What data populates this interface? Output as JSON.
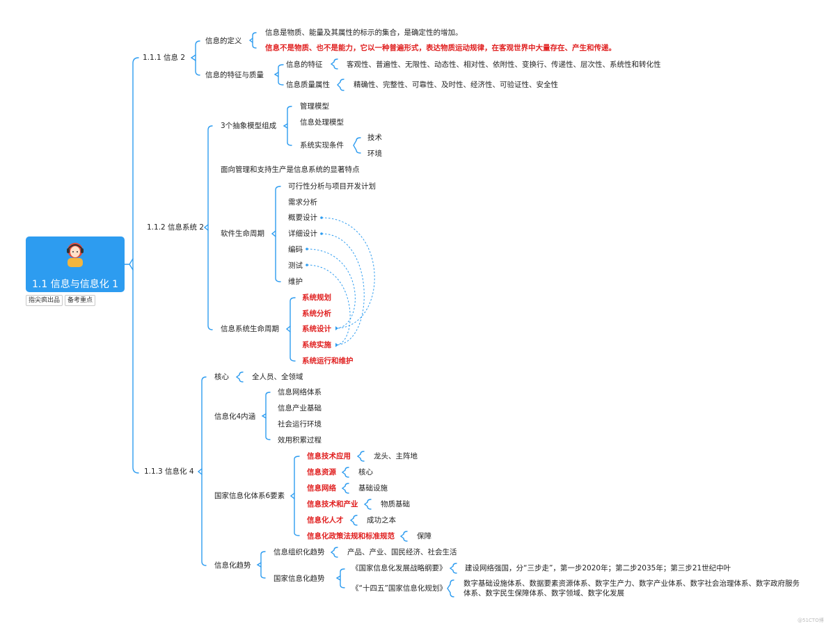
{
  "root": {
    "title": "1.1 信息与信息化 1",
    "icon": "person-headset-icon",
    "tags": [
      "指尖疯出品",
      "备考重点"
    ]
  },
  "sections": [
    {
      "label": "1.1.1 信息 2",
      "items": [
        {
          "label": "信息的定义",
          "children": [
            {
              "text": "信息是物质、能量及其属性的标示的集合，是确定性的增加。"
            },
            {
              "text": "信息不是物质、也不是能力，它以一种普遍形式，表达物质运动规律，在客观世界中大量存在、产生和传递。",
              "highlight": true
            }
          ]
        },
        {
          "label": "信息的特征与质量",
          "children": [
            {
              "text": "信息的特征",
              "detail": "客观性、普遍性、无限性、动态性、相对性、依附性、变换行、传递性、层次性、系统性和转化性"
            },
            {
              "text": "信息质量属性",
              "detail": "精确性、完整性、可靠性、及时性、经济性、可验证性、安全性"
            }
          ]
        }
      ]
    },
    {
      "label": "1.1.2 信息系统 2",
      "items": [
        {
          "label": "3个抽象模型组成",
          "children": [
            "管理模型",
            "信息处理模型",
            "系统实现条件"
          ],
          "conditions": [
            "技术",
            "环境"
          ]
        },
        {
          "label": "面向管理和支持生产是信息系统的显著特点"
        },
        {
          "label": "软件生命周期",
          "children": [
            "可行性分析与项目开发计划",
            "需求分析",
            "概要设计",
            "详细设计",
            "编码",
            "测试",
            "维护"
          ]
        },
        {
          "label": "信息系统生命周期",
          "children": [
            "系统规划",
            "系统分析",
            "系统设计",
            "系统实施",
            "系统运行和维护"
          ]
        }
      ]
    },
    {
      "label": "1.1.3 信息化 4",
      "items": [
        {
          "label": "核心",
          "detail": "全人员、全领域"
        },
        {
          "label": "信息化4内涵",
          "children": [
            "信息网络体系",
            "信息产业基础",
            "社会运行环境",
            "效用积累过程"
          ]
        },
        {
          "label": "国家信息化体系6要素",
          "children": [
            {
              "name": "信息技术应用",
              "detail": "龙头、主阵地"
            },
            {
              "name": "信息资源",
              "detail": "核心"
            },
            {
              "name": "信息网络",
              "detail": "基础设施"
            },
            {
              "name": "信息技术和产业",
              "detail": "物质基础"
            },
            {
              "name": "信息化人才",
              "detail": "成功之本"
            },
            {
              "name": "信息化政策法规和标准规范",
              "detail": "保障"
            }
          ]
        },
        {
          "label": "信息化趋势",
          "children": [
            {
              "name": "信息组织化趋势",
              "detail": "产品、产业、国民经济、社会生活"
            },
            {
              "name": "国家信息化趋势",
              "plans": [
                {
                  "name": "《国家信息化发展战略纲要》",
                  "detail": "建设网络强国，分“三步走”，第一步2020年；第二步2035年；第三步21世纪中叶"
                },
                {
                  "name": "《“十四五”国家信息化规划》",
                  "detail_line1": "数字基础设施体系、数据要素资源体系、数字生产力、数字产业体系、数字社会治理体系、数字政府服务",
                  "detail_line2": "体系、数字民生保障体系、数字领域、数字化发展"
                }
              ]
            }
          ]
        }
      ]
    }
  ],
  "watermark": "@51CTO博客",
  "colors": {
    "line": "#2d9cf0",
    "root": "#2d9cf0",
    "highlight": "#e02020",
    "text": "#222222"
  }
}
